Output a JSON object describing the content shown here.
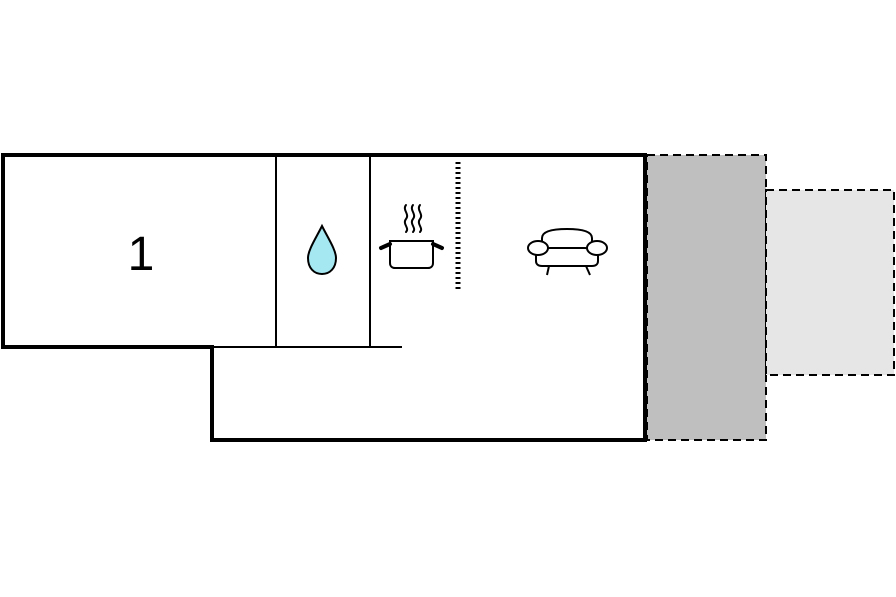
{
  "floor_plan": {
    "rooms": [
      {
        "id": "bedroom",
        "label": "1",
        "icon": null
      },
      {
        "id": "bathroom",
        "label": "",
        "icon": "water-drop-icon"
      },
      {
        "id": "kitchen",
        "label": "",
        "icon": "cooking-pot-icon"
      },
      {
        "id": "living-room",
        "label": "",
        "icon": "sofa-icon"
      }
    ],
    "outdoor_areas": [
      {
        "id": "covered-terrace",
        "shade": "dark"
      },
      {
        "id": "open-terrace",
        "shade": "light"
      }
    ],
    "colors": {
      "wall": "#000000",
      "water_drop": "#a6e8f2",
      "covered_terrace": "#bfbfbf",
      "open_terrace": "#e6e6e6",
      "background": "#ffffff"
    }
  }
}
